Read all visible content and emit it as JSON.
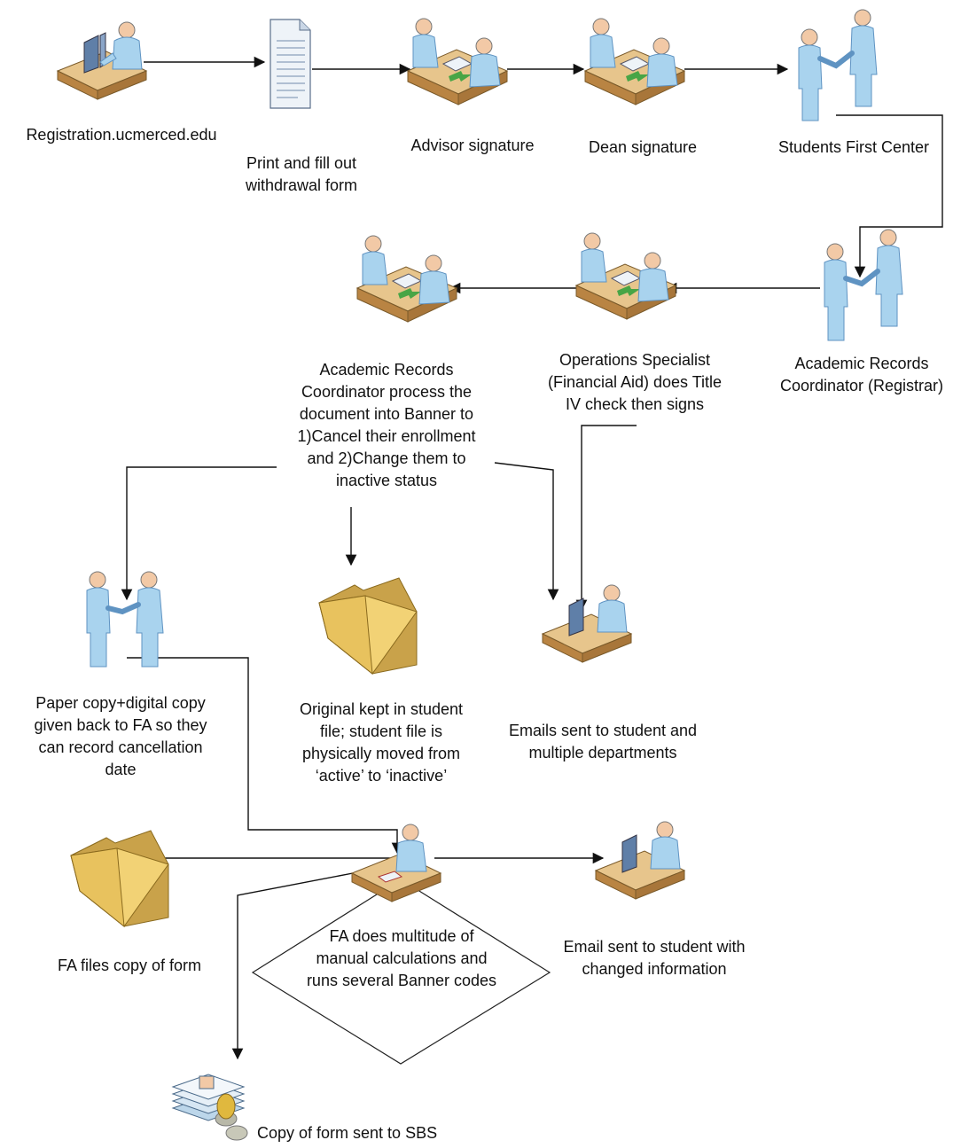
{
  "colors": {
    "figure": "#a9d3ee",
    "figure_dark": "#5f93c2",
    "desk_top": "#e7c58c",
    "desk_side": "#b98443",
    "folder_front": "#f2d275",
    "folder_back": "#c9a24a",
    "paper": "#eef3f8",
    "green_arrow": "#48a546",
    "arrow": "#111111"
  },
  "labels": {
    "registration": [
      "Registration.ucmerced.edu"
    ],
    "print_form": [
      "Print and fill out",
      "withdrawal form"
    ],
    "advisor": [
      "Advisor signature"
    ],
    "dean": [
      "Dean signature"
    ],
    "students_first": [
      "Students First Center"
    ],
    "arc_registrar": [
      "Academic Records",
      "Coordinator (Registrar)"
    ],
    "ops_specialist": [
      "Operations Specialist",
      "(Financial Aid) does Title",
      "IV check then signs"
    ],
    "arc_process": [
      "Academic Records",
      "Coordinator process the",
      "document into Banner to",
      "1)Cancel their enrollment",
      "and 2)Change them to",
      "inactive status"
    ],
    "paper_copy": [
      "Paper copy+digital copy",
      "given back to FA so they",
      "can record cancellation",
      "date"
    ],
    "original_kept": [
      "Original kept in student",
      "file; student file is",
      "physically moved from",
      "‘active’ to ‘inactive’"
    ],
    "emails_sent": [
      "Emails sent to student and",
      "multiple departments"
    ],
    "fa_files": [
      "FA files copy of form"
    ],
    "fa_calc": [
      "FA does multitude of",
      "manual calculations and",
      "runs several Banner codes"
    ],
    "email_changed": [
      "Email sent to student with",
      "changed information"
    ],
    "sbs": [
      "Copy of form sent to SBS"
    ]
  }
}
